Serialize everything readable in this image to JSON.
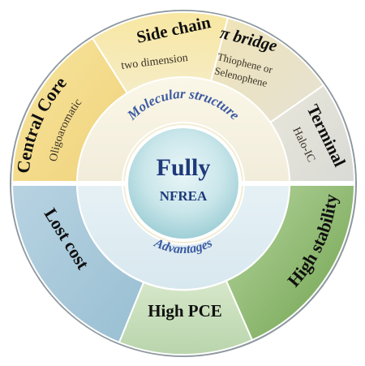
{
  "center": {
    "title": "Fully",
    "subtitle": "NFREA"
  },
  "inner_ring": {
    "top_label": "Molecular structure",
    "bottom_label": "Advantages"
  },
  "top_segments": [
    {
      "title": "Central Core",
      "subtitle": "Oligoaromatic",
      "fill": "#f3dc8f"
    },
    {
      "title": "Side chain",
      "subtitle": "two dimension",
      "fill": "#f6e8b0"
    },
    {
      "title": "π bridge",
      "subtitle_line1": "Thiophene or",
      "subtitle_line2": "Selenophene",
      "fill": "#ece6c9"
    },
    {
      "title": "Terminal",
      "subtitle": "Halo-IC",
      "fill": "#e3e3dd"
    }
  ],
  "bottom_segments": [
    {
      "title": "Lost cost",
      "fill": "#a9c8d8"
    },
    {
      "title": "High PCE",
      "fill": "#c6dcc0"
    },
    {
      "title": "High stability",
      "fill": "#8fba73"
    }
  ],
  "colors": {
    "title_text": "#101010",
    "subtitle_text": "#3a3226",
    "center_text": "#1f3a7a",
    "inner_label_text": "#3b5aa0",
    "divider": "#ffffff",
    "outer_border": "#7f8c96"
  }
}
